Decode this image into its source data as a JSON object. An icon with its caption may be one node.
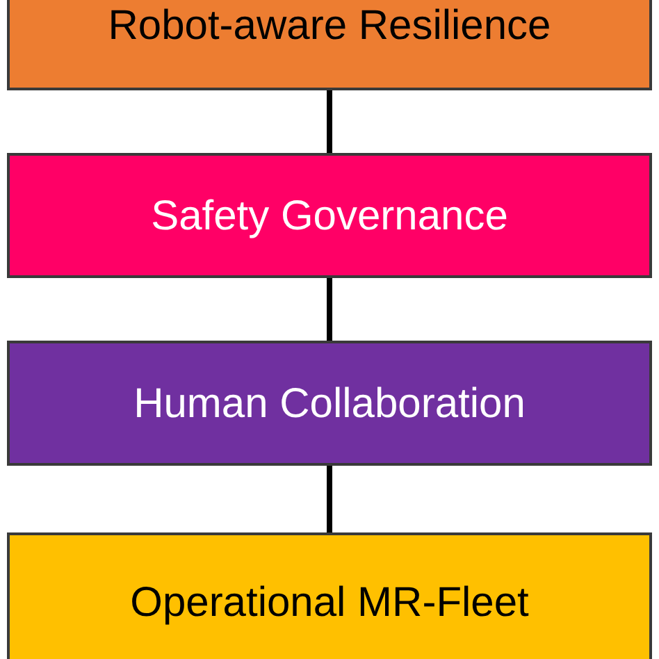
{
  "diagram": {
    "nodes": [
      {
        "text": [
          "Robot-aware Resilience"
        ]
      },
      {
        "text": [
          "Safety Governance"
        ]
      },
      {
        "text": [
          "Human Collaboration"
        ]
      },
      {
        "text": [
          "Operational MR-Fleet"
        ]
      }
    ],
    "edges": [
      {
        "from": 0,
        "to": 1,
        "arrow": "none"
      },
      {
        "from": 1,
        "to": 2,
        "arrow": "none"
      },
      {
        "from": 2,
        "to": 3,
        "arrow": "none"
      }
    ]
  }
}
